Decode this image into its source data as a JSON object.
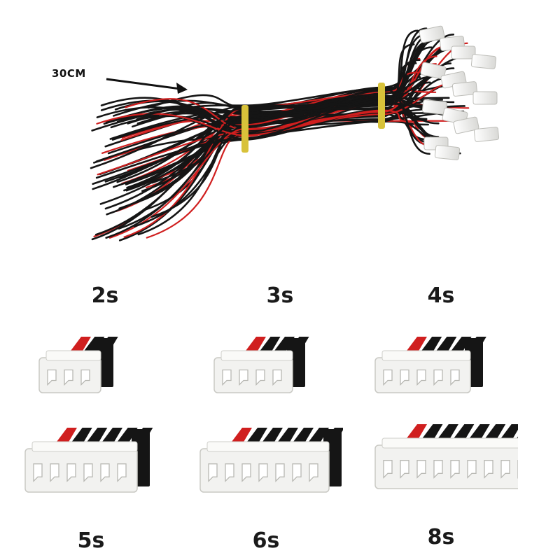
{
  "hero": {
    "length_label": "30CM",
    "arrow_icon": "right-arrow-icon"
  },
  "connectors": [
    {
      "label": "2s",
      "pins": 3
    },
    {
      "label": "3s",
      "pins": 4
    },
    {
      "label": "4s",
      "pins": 5
    },
    {
      "label": "5s",
      "pins": 6
    },
    {
      "label": "6s",
      "pins": 7
    },
    {
      "label": "8s",
      "pins": 9
    }
  ],
  "colors": {
    "wire_black": "#151515",
    "wire_red": "#d01f1f",
    "connector_body": "#f2f2f0",
    "band_yellow": "#d8c23a"
  }
}
